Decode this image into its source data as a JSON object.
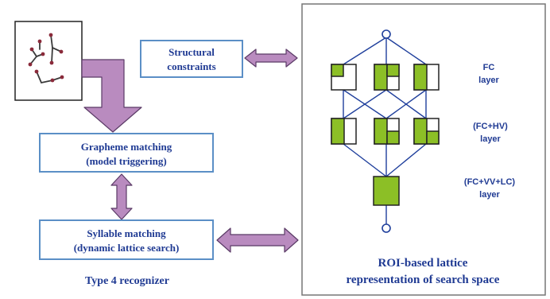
{
  "colors": {
    "box_border": "#5b8fc6",
    "text_blue": "#1f3a93",
    "arrow_fill": "#b98bbf",
    "arrow_stroke": "#5a3a66",
    "node_green": "#8cbf26",
    "line_blue": "#1f3f9c",
    "stroke_black": "#222222",
    "panel_border": "#777777"
  },
  "boxes": {
    "structural": [
      "Structural",
      "constraints"
    ],
    "grapheme": [
      "Grapheme matching",
      "(model triggering)"
    ],
    "syllable": [
      "Syllable matching",
      "(dynamic lattice search)"
    ]
  },
  "labels": {
    "type4": "Type 4 recognizer",
    "fc_layer": [
      "FC",
      "layer"
    ],
    "fchv_layer": [
      "(FC+HV)",
      "layer"
    ],
    "fcvvlc_layer": [
      "(FC+VV+LC)",
      "layer"
    ],
    "roi_title": [
      "ROI-based lattice",
      "representation of search space"
    ]
  },
  "icons": {
    "input_image": "handwritten-strokes-icon",
    "arrows": [
      "down-arrow",
      "double-headed-arrow"
    ]
  }
}
